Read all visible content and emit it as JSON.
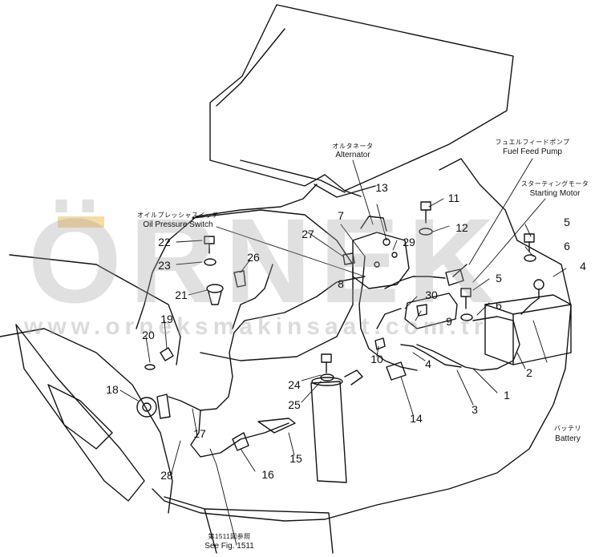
{
  "watermark": {
    "word": "ÖRNEK",
    "url": "www.orneksmakinsaat.com.tr",
    "accent_color": "#EEBE5A"
  },
  "callouts": {
    "alternator": {
      "jp": "オルタネータ",
      "en": "Alternator"
    },
    "fuel_feed_pump": {
      "jp": "フュエルフィードポンプ",
      "en": "Fuel Feed Pump"
    },
    "starting_motor": {
      "jp": "スターティングモータ",
      "en": "Starting Motor"
    },
    "oil_pressure_switch": {
      "jp": "オイルプレッシャスイッチ",
      "en": "Oil Pressure Switch"
    },
    "battery": {
      "jp": "バッテリ",
      "en": "Battery"
    },
    "see_fig": {
      "jp": "第1511図参照",
      "en": "See Fig. 1511"
    }
  },
  "part_numbers": [
    {
      "id": "n1",
      "text": "1"
    },
    {
      "id": "n2",
      "text": "2"
    },
    {
      "id": "n3",
      "text": "3"
    },
    {
      "id": "n4a",
      "text": "4"
    },
    {
      "id": "n4b",
      "text": "4"
    },
    {
      "id": "n5a",
      "text": "5"
    },
    {
      "id": "n5b",
      "text": "5"
    },
    {
      "id": "n6a",
      "text": "6"
    },
    {
      "id": "n6b",
      "text": "6"
    },
    {
      "id": "n7",
      "text": "7"
    },
    {
      "id": "n8",
      "text": "8"
    },
    {
      "id": "n9",
      "text": "9"
    },
    {
      "id": "n10",
      "text": "10"
    },
    {
      "id": "n11",
      "text": "11"
    },
    {
      "id": "n12",
      "text": "12"
    },
    {
      "id": "n13",
      "text": "13"
    },
    {
      "id": "n14",
      "text": "14"
    },
    {
      "id": "n15",
      "text": "15"
    },
    {
      "id": "n16",
      "text": "16"
    },
    {
      "id": "n17",
      "text": "17"
    },
    {
      "id": "n18",
      "text": "18"
    },
    {
      "id": "n19",
      "text": "19"
    },
    {
      "id": "n20",
      "text": "20"
    },
    {
      "id": "n21",
      "text": "21"
    },
    {
      "id": "n22",
      "text": "22"
    },
    {
      "id": "n23",
      "text": "23"
    },
    {
      "id": "n24",
      "text": "24"
    },
    {
      "id": "n25",
      "text": "25"
    },
    {
      "id": "n26",
      "text": "26"
    },
    {
      "id": "n27",
      "text": "27"
    },
    {
      "id": "n28",
      "text": "28"
    },
    {
      "id": "n29",
      "text": "29"
    },
    {
      "id": "n30",
      "text": "30"
    }
  ]
}
